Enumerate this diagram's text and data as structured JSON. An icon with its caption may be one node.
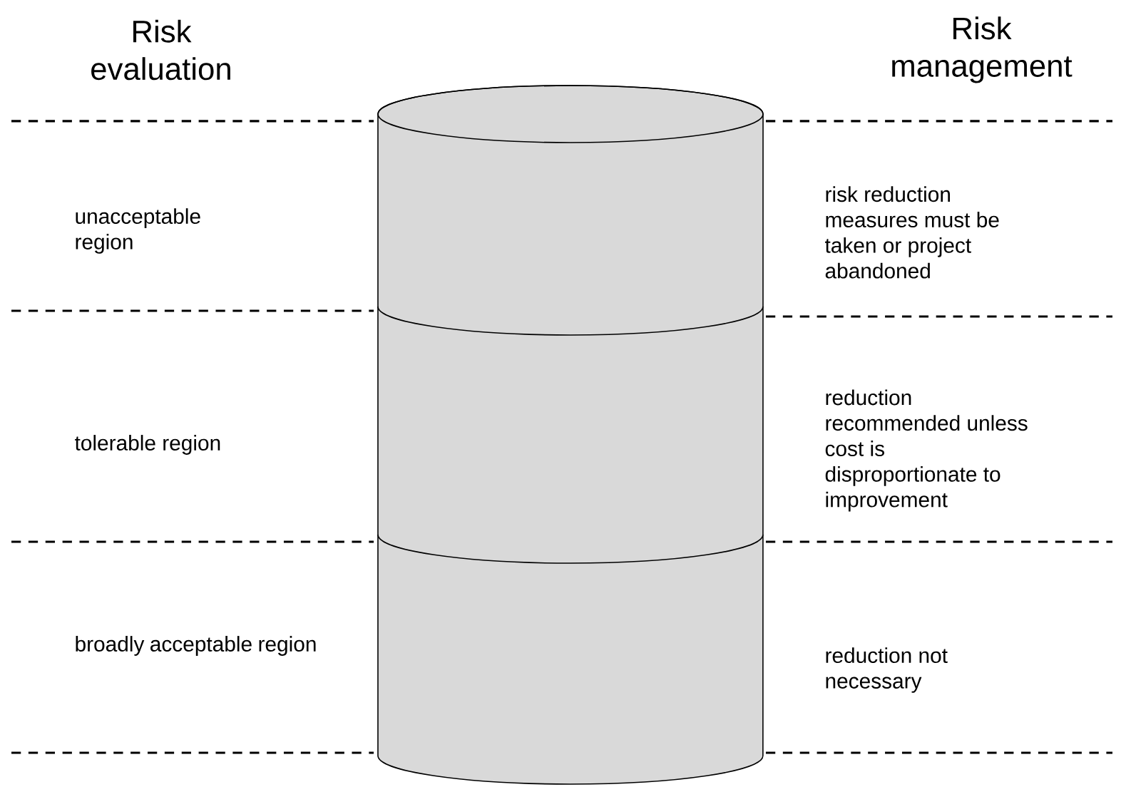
{
  "diagram": {
    "nodes": [
      {
        "text": [],
        "shape": "cylinder"
      }
    ],
    "labels": [
      "Risk evaluation",
      "Risk management",
      "unacceptable region",
      "risk reduction measures must be taken or project abandoned",
      "tolerable region",
      "reduction recommended unless cost is disproportionate to improvement",
      "broadly acceptable region",
      "reduction not necessary"
    ]
  }
}
